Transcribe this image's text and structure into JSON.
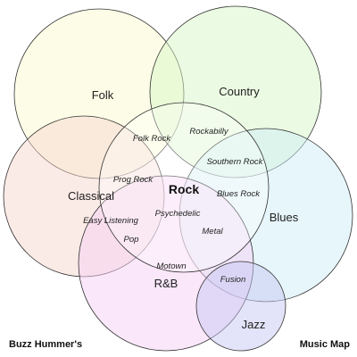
{
  "colors": {
    "folk": "#fbfbd0",
    "country": "#d8f5c6",
    "classical": "#f8d8d0",
    "blues": "#d0eef8",
    "rnb": "#f6d0f4",
    "jazz": "#c8c8f4",
    "rock": "#ffffff"
  },
  "genres": {
    "folk": "Folk",
    "country": "Country",
    "classical": "Classical",
    "blues": "Blues",
    "rnb": "R&B",
    "jazz": "Jazz",
    "rock": "Rock"
  },
  "subgenres": {
    "folk_rock": "Folk Rock",
    "rockabilly": "Rockabilly",
    "southern_rock": "Southern Rock",
    "prog_rock": "Prog Rock",
    "blues_rock": "Blues Rock",
    "easy_listening": "Easy Listening",
    "psychedelic": "Psychedelic",
    "pop": "Pop",
    "metal": "Metal",
    "motown": "Motown",
    "fusion": "Fusion"
  },
  "credits": {
    "author": "Buzz Hummer's",
    "title": "Music Map"
  }
}
